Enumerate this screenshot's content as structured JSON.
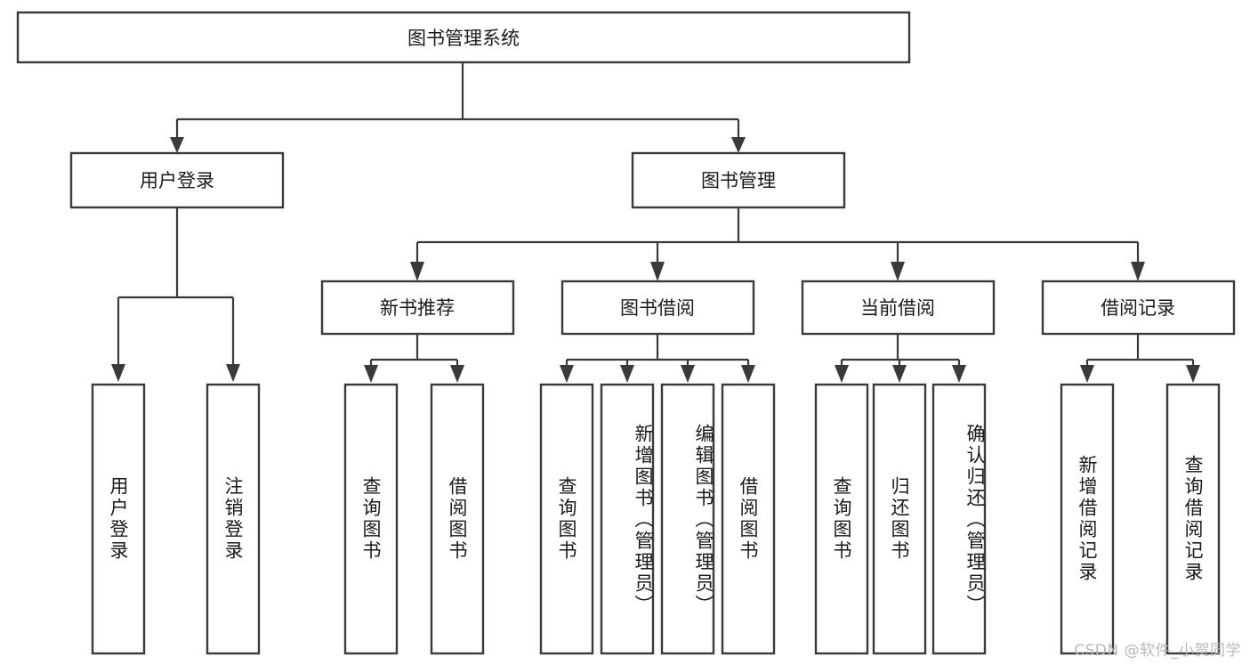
{
  "diagram": {
    "type": "tree-hierarchy",
    "title": "图书管理系统",
    "root": {
      "id": "root",
      "label": "图书管理系统",
      "orientation": "horizontal"
    },
    "level2": [
      {
        "id": "user-login",
        "label": "用户登录",
        "orientation": "horizontal"
      },
      {
        "id": "book-manage",
        "label": "图书管理",
        "orientation": "horizontal"
      }
    ],
    "level3": [
      {
        "id": "new-book-rec",
        "label": "新书推荐",
        "orientation": "horizontal",
        "parent": "book-manage"
      },
      {
        "id": "book-borrow",
        "label": "图书借阅",
        "orientation": "horizontal",
        "parent": "book-manage"
      },
      {
        "id": "current-borrow",
        "label": "当前借阅",
        "orientation": "horizontal",
        "parent": "book-manage"
      },
      {
        "id": "borrow-record",
        "label": "借阅记录",
        "orientation": "horizontal",
        "parent": "book-manage"
      }
    ],
    "leaves": [
      {
        "id": "leaf-user-login",
        "label": "用户登录",
        "orientation": "vertical",
        "parent": "user-login"
      },
      {
        "id": "leaf-user-logout",
        "label": "注销登录",
        "orientation": "vertical",
        "parent": "user-login"
      },
      {
        "id": "leaf-query-book-1",
        "label": "查询图书",
        "orientation": "vertical",
        "parent": "new-book-rec"
      },
      {
        "id": "leaf-borrow-book-1",
        "label": "借阅图书",
        "orientation": "vertical",
        "parent": "new-book-rec"
      },
      {
        "id": "leaf-query-book-2",
        "label": "查询图书",
        "orientation": "vertical",
        "parent": "book-borrow"
      },
      {
        "id": "leaf-add-book",
        "label": "新增图书（管理员）",
        "orientation": "vertical",
        "parent": "book-borrow"
      },
      {
        "id": "leaf-edit-book",
        "label": "编辑图书（管理员）",
        "orientation": "vertical",
        "parent": "book-borrow"
      },
      {
        "id": "leaf-borrow-book-2",
        "label": "借阅图书",
        "orientation": "vertical",
        "parent": "book-borrow"
      },
      {
        "id": "leaf-query-book-3",
        "label": "查询图书",
        "orientation": "vertical",
        "parent": "current-borrow"
      },
      {
        "id": "leaf-return-book",
        "label": "归还图书",
        "orientation": "vertical",
        "parent": "current-borrow"
      },
      {
        "id": "leaf-confirm-return",
        "label": "确认归还（管理员）",
        "orientation": "vertical",
        "parent": "current-borrow"
      },
      {
        "id": "leaf-add-record",
        "label": "新增借阅记录",
        "orientation": "vertical",
        "parent": "borrow-record"
      },
      {
        "id": "leaf-query-record",
        "label": "查询借阅记录",
        "orientation": "vertical",
        "parent": "borrow-record"
      }
    ]
  },
  "watermark": {
    "text": "CSDN @软件_小贺同学"
  },
  "colors": {
    "stroke": "#3a3a3a",
    "fill": "#ffffff",
    "text": "#1a1a1a",
    "watermark": "#b9b9b9"
  }
}
